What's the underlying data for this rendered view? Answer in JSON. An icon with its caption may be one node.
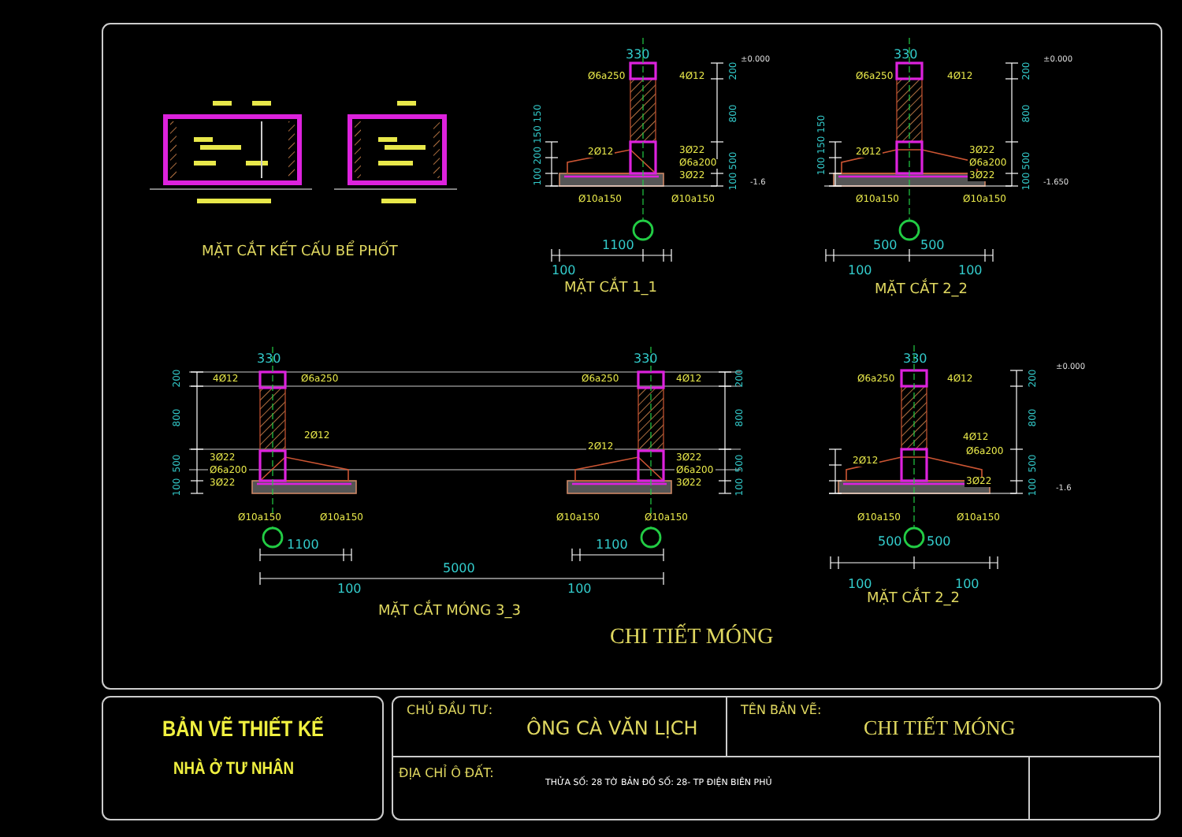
{
  "diagram": {
    "title": "CHI TIẾT MÓNG",
    "labels": [
      "MẶT CẮT KẾT CẤU BỂ PHỐT",
      "330",
      "Ø6a250",
      "4Ø12",
      "±0.000",
      "200",
      "800",
      "500",
      "100",
      "100 200 150 150",
      "2Ø12",
      "3Ø22",
      "Ø6a200",
      "3Ø22",
      "-1.6",
      "Ø10a150",
      "Ø10a150",
      "1100",
      "100",
      "MẶT CẮT 1_1",
      "330",
      "Ø6a250",
      "4Ø12",
      "±0.000",
      "200",
      "800",
      "500",
      "100",
      "100 150 150",
      "2Ø12",
      "3Ø22",
      "Ø6a200",
      "3Ø22",
      "-1.650",
      "Ø10a150",
      "Ø10a150",
      "500",
      "500",
      "100",
      "100",
      "MẶT CẮT 2_2",
      "330",
      "330",
      "200",
      "800",
      "500",
      "100",
      "200",
      "800",
      "500",
      "100",
      "4Ø12",
      "Ø6a250",
      "Ø6a250",
      "4Ø12",
      "2Ø12",
      "2Ø12",
      "3Ø22",
      "3Ø22",
      "Ø6a200",
      "Ø6a200",
      "3Ø22",
      "3Ø22",
      "Ø10a150",
      "Ø10a150",
      "Ø10a150",
      "Ø10a150",
      "1100",
      "1100",
      "5000",
      "100",
      "100",
      "MẶT CẮT MÓNG 3_3",
      "330",
      "Ø6a250",
      "4Ø12",
      "±0.000",
      "200",
      "800",
      "500",
      "100",
      "4Ø12",
      "Ø6a200",
      "2Ø12",
      "3Ø22",
      "-1.6",
      "Ø10a150",
      "Ø10a150",
      "500",
      "500",
      "100",
      "100",
      "MẶT CẮT 2_2",
      "BẢN VẼ THIẾT KẾ",
      "NHÀ Ở TƯ NHÂN",
      "CHỦ ĐẦU TƯ:",
      "ÔNG CÀ VĂN LỊCH",
      "TÊN BẢN VẼ:",
      "CHI TIẾT MÓNG",
      "ĐỊA CHỈ Ô ĐẤT:",
      "THỬA SỐ: 28 TỜ BẢN ĐỒ SỐ: 28- TP ĐIỆN BIÊN PHỦ"
    ]
  }
}
